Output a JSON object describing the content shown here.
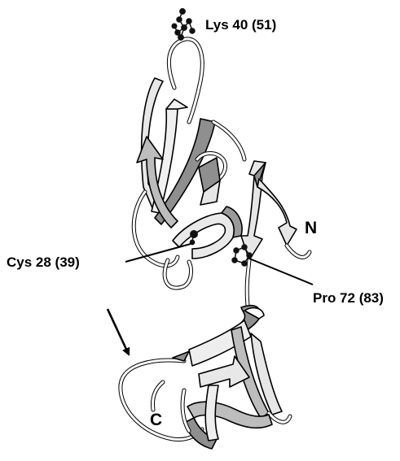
{
  "labels": {
    "lys": "Lys 40 (51)",
    "cys": "Cys 28 (39)",
    "pro": "Pro 72 (83)",
    "n_terminus": "N",
    "c_terminus": "C"
  },
  "colors": {
    "strand_light": "#ebebeb",
    "strand_dark": "#8f8f8f",
    "coil": "#ffffff",
    "outline": "#000000",
    "atom": "#111111"
  },
  "icons": [
    "ball-and-stick-residue",
    "arrow-pointer"
  ]
}
